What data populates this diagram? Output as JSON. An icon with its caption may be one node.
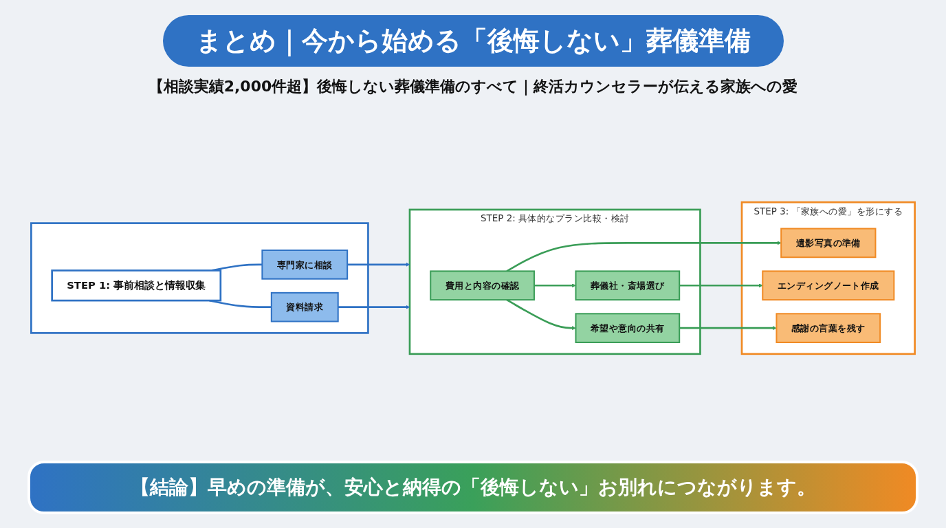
{
  "diagram": {
    "title": "まとめ｜今から始める「後悔しない」葬儀準備",
    "nodes": [
      {
        "text": [],
        "shape": "box"
      },
      {
        "text": [
          "STEP 1: 事前相談と情報収集"
        ],
        "in": 0
      },
      {
        "text": [
          "専門家に相談"
        ],
        "in": 0
      },
      {
        "text": [
          "資料請求"
        ],
        "in": 0
      },
      {
        "text": [
          "STEP 2: 具体的なプラン比較・検討"
        ]
      },
      {
        "text": [
          "費用と内容の確認"
        ],
        "in": 4
      },
      {
        "text": [
          "葬儀社・斎場選び"
        ],
        "in": 4
      },
      {
        "text": [
          "希望や意向の共有"
        ],
        "in": 4
      },
      {
        "text": [
          "STEP 3: 「家族への愛」を形にする"
        ]
      },
      {
        "text": [
          "遺影写真の準備"
        ],
        "in": 8
      },
      {
        "text": [
          "エンディングノート作成"
        ],
        "in": 8
      },
      {
        "text": [
          "感謝の言葉を残す"
        ],
        "in": 8
      }
    ],
    "edges": [
      {
        "from": 1,
        "to": 2,
        "arrow": "none",
        "color": "#2f72c4"
      },
      {
        "from": 1,
        "to": 3,
        "arrow": "none",
        "color": "#2f72c4"
      },
      {
        "from": 2,
        "to": 4,
        "arrow": "to",
        "color": "#2f72c4"
      },
      {
        "from": 3,
        "to": 4,
        "arrow": "to",
        "color": "#2f72c4"
      },
      {
        "from": 5,
        "to": 6,
        "arrow": "to"
      },
      {
        "from": 5,
        "to": 7,
        "arrow": "to"
      },
      {
        "from": 5,
        "to": 9,
        "arrow": "to"
      },
      {
        "from": 6,
        "to": 10,
        "arrow": "to"
      },
      {
        "from": 7,
        "to": 11,
        "arrow": "to"
      }
    ],
    "labels": [
      "【相談実績2,000件超】後悔しない葬儀準備のすべて｜終活カウンセラーが伝える家族への愛"
    ],
    "caption": "【結論】早めの準備が、安心と納得の「後悔しない」お別れにつながります。"
  }
}
